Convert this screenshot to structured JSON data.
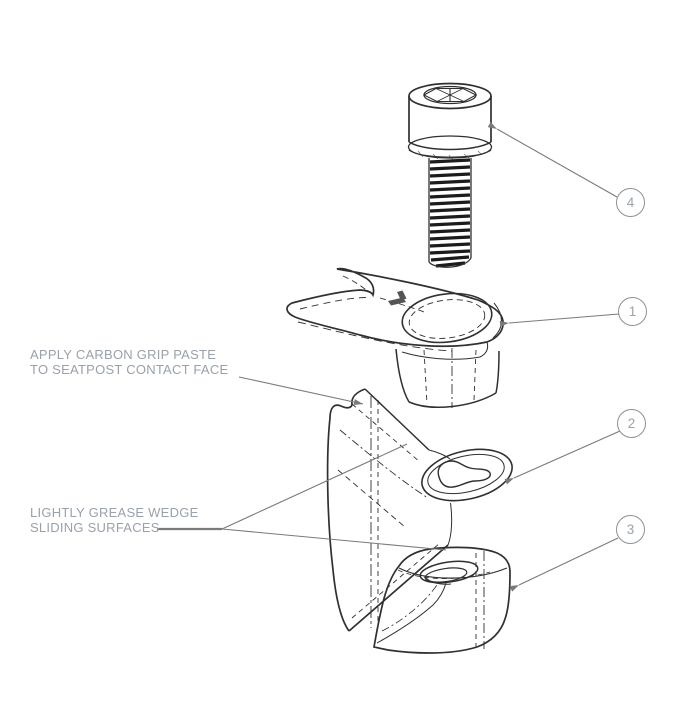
{
  "diagram": {
    "name": "seatpost-wedge-clamp-exploded-view",
    "type": "exploded-assembly-technical-drawing",
    "annotations": {
      "carbon_paste": {
        "line1": "APPLY CARBON GRIP PASTE",
        "line2": "TO SEATPOST CONTACT FACE"
      },
      "grease": {
        "line1": "LIGHTLY GREASE WEDGE",
        "line2": "SLIDING SURFACES"
      }
    },
    "callouts": [
      {
        "number": "4",
        "part": "socket-head-bolt"
      },
      {
        "number": "1",
        "part": "top-clamp-plate"
      },
      {
        "number": "2",
        "part": "upper-wedge"
      },
      {
        "number": "3",
        "part": "lower-wedge"
      }
    ],
    "colors": {
      "background": "#ffffff",
      "line_art": "#303030",
      "thread_bands": "#1c1c1c",
      "leader_lines": "#7a7a7a",
      "annotation_text": "#99a1ab",
      "callout_text": "#9aa2aa",
      "callout_border": "#8b9298"
    }
  }
}
